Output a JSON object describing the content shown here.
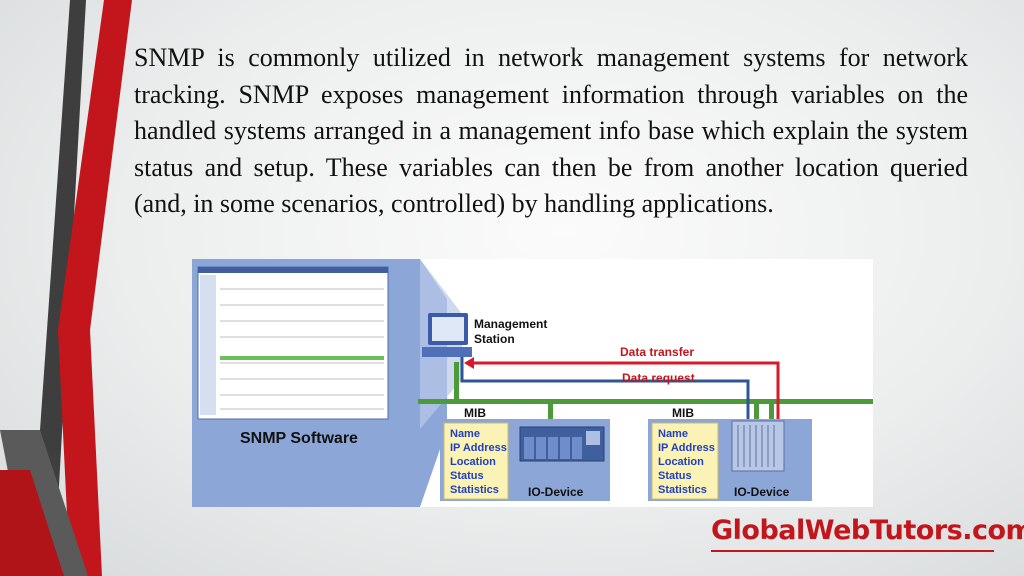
{
  "slide": {
    "paragraph": "SNMP is commonly utilized in network management systems for network tracking. SNMP exposes management information through variables on the handled systems arranged in a management info base which explain the system status and setup. These variables can then be from another location queried (and, in some scenarios, controlled) by handling applications.",
    "brand": "GlobalWebTutors.com"
  },
  "diagram": {
    "software_label": "SNMP Software",
    "management_station": [
      "Management",
      "Station"
    ],
    "data_transfer": "Data transfer",
    "data_request": "Data request",
    "mib_label": "MIB",
    "mib_fields": [
      "Name",
      "IP Address",
      "Location",
      "Status",
      "Statistics"
    ],
    "device_label": "IO-Device"
  },
  "colors": {
    "accent_red": "#c3161c",
    "stripe_dark": "#404040",
    "network_green": "#4d9a3b",
    "data_transfer_red": "#d9182a",
    "data_request_blue": "#2f5597",
    "panel_blue": "#8da6d8",
    "mib_box_yellow": "#fbf2b5",
    "mib_text_blue": "#1f3fbf"
  }
}
